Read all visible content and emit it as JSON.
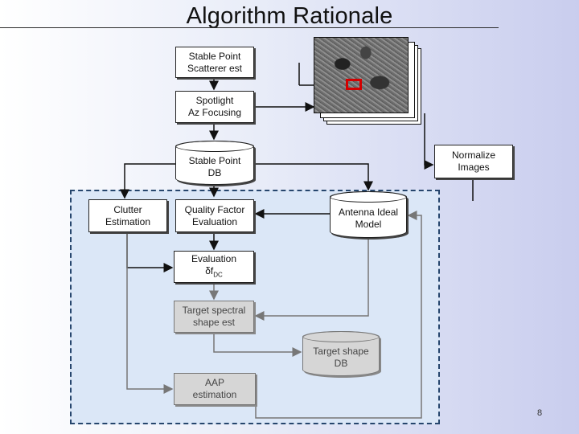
{
  "title": "Algorithm Rationale",
  "boxes": {
    "stable_point_scatterer": "Stable Point\nScatterer est",
    "spotlight_az_focusing": "Spotlight\nAz Focusing",
    "stable_point_db": "Stable Point\nDB",
    "normalize_images": "Normalize\nImages",
    "clutter_estimation": "Clutter\nEstimation",
    "quality_factor": "Quality Factor\nEvaluation",
    "antenna_ideal_model": "Antenna Ideal\nModel",
    "evaluation": "Evaluation",
    "evaluation_symbol": "δf",
    "evaluation_subscript": "DC",
    "target_spectral": "Target spectral\nshape est",
    "target_shape_db": "Target shape\nDB",
    "aap_estimation": "AAP\nestimation"
  },
  "page_number": "8",
  "colors": {
    "panel_fill": "#dbe7f7",
    "panel_border": "#26466d",
    "highlight": "#d40000",
    "inactive_box": "#d6d6d6"
  }
}
